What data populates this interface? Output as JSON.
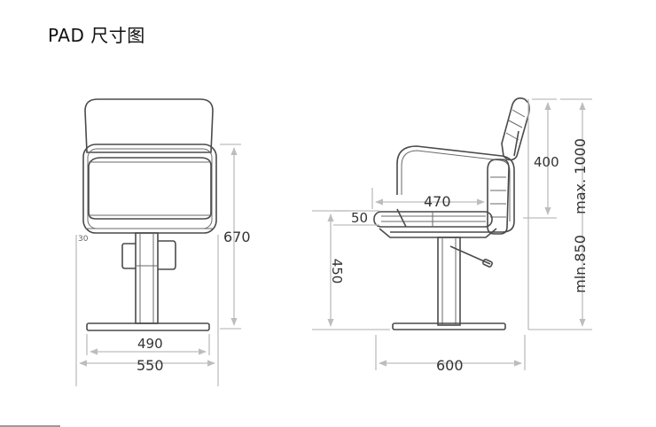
{
  "title": "PAD 尺寸图",
  "front_view": {
    "dim_30": "30",
    "dim_670": "670",
    "dim_490": "490",
    "dim_550": "550"
  },
  "side_view": {
    "dim_470": "470",
    "dim_50": "50",
    "dim_450": "450",
    "dim_600": "600",
    "dim_400": "400",
    "dim_max": "max. 1000",
    "dim_min": "mln.850"
  }
}
